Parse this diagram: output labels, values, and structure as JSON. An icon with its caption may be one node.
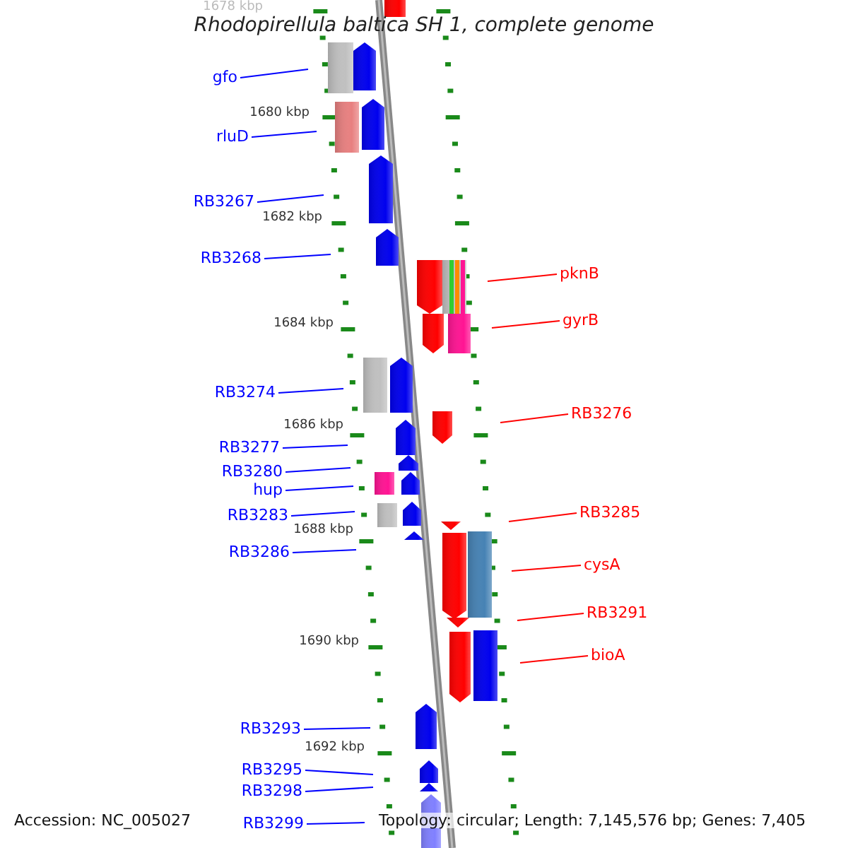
{
  "diagram": {
    "title": "Rhodopirellula baltica SH 1, complete genome",
    "nodes": [
      {
        "text": [
          "gfo"
        ]
      },
      {
        "text": [
          "rluD"
        ]
      },
      {
        "text": [
          "RB3267"
        ]
      },
      {
        "text": [
          "RB3268"
        ]
      },
      {
        "text": [
          "pknB"
        ]
      },
      {
        "text": [
          "gyrB"
        ]
      },
      {
        "text": [
          "RB3274"
        ]
      },
      {
        "text": [
          "RB3276"
        ]
      },
      {
        "text": [
          "RB3277"
        ]
      },
      {
        "text": [
          "RB3280"
        ]
      },
      {
        "text": [
          "hup"
        ]
      },
      {
        "text": [
          "RB3285"
        ]
      },
      {
        "text": [
          "RB3283"
        ]
      },
      {
        "text": [
          "RB3286"
        ]
      },
      {
        "text": [
          "cysA"
        ]
      },
      {
        "text": [
          "RB3291"
        ]
      },
      {
        "text": [
          "bioA"
        ]
      },
      {
        "text": [
          "RB3293"
        ]
      },
      {
        "text": [
          "RB3295"
        ]
      },
      {
        "text": [
          "RB3298"
        ]
      },
      {
        "text": [
          "RB3299"
        ]
      }
    ],
    "edges": [
      {
        "from": 0,
        "to": null,
        "arrow": "none"
      },
      {
        "from": 1,
        "to": null,
        "arrow": "none"
      },
      {
        "from": 2,
        "to": null,
        "arrow": "none"
      },
      {
        "from": 3,
        "to": null,
        "arrow": "none"
      },
      {
        "from": 4,
        "to": null,
        "arrow": "none",
        "color": "#ff0000"
      },
      {
        "from": 5,
        "to": null,
        "arrow": "none",
        "color": "#ff0000"
      },
      {
        "from": 6,
        "to": null,
        "arrow": "none"
      },
      {
        "from": 7,
        "to": null,
        "arrow": "none",
        "color": "#ff0000"
      },
      {
        "from": 8,
        "to": null,
        "arrow": "none"
      },
      {
        "from": 9,
        "to": null,
        "arrow": "none"
      },
      {
        "from": 10,
        "to": null,
        "arrow": "none"
      },
      {
        "from": 11,
        "to": null,
        "arrow": "none",
        "color": "#ff0000"
      },
      {
        "from": 12,
        "to": null,
        "arrow": "none"
      },
      {
        "from": 13,
        "to": null,
        "arrow": "none"
      },
      {
        "from": 14,
        "to": null,
        "arrow": "none",
        "color": "#ff0000"
      },
      {
        "from": 15,
        "to": null,
        "arrow": "none",
        "color": "#ff0000"
      },
      {
        "from": 16,
        "to": null,
        "arrow": "none",
        "color": "#ff0000"
      },
      {
        "from": 17,
        "to": null,
        "arrow": "none"
      },
      {
        "from": 18,
        "to": null,
        "arrow": "none"
      },
      {
        "from": 19,
        "to": null,
        "arrow": "none"
      },
      {
        "from": 20,
        "to": null,
        "arrow": "none"
      }
    ],
    "labels": [
      "1678 kbp",
      "1680 kbp",
      "1682 kbp",
      "1684 kbp",
      "1686 kbp",
      "1688 kbp",
      "1690 kbp",
      "1692 kbp",
      "Accession: NC_005027",
      "Topology: circular; Length: 7,145,576 bp; Genes: 7,405"
    ]
  }
}
